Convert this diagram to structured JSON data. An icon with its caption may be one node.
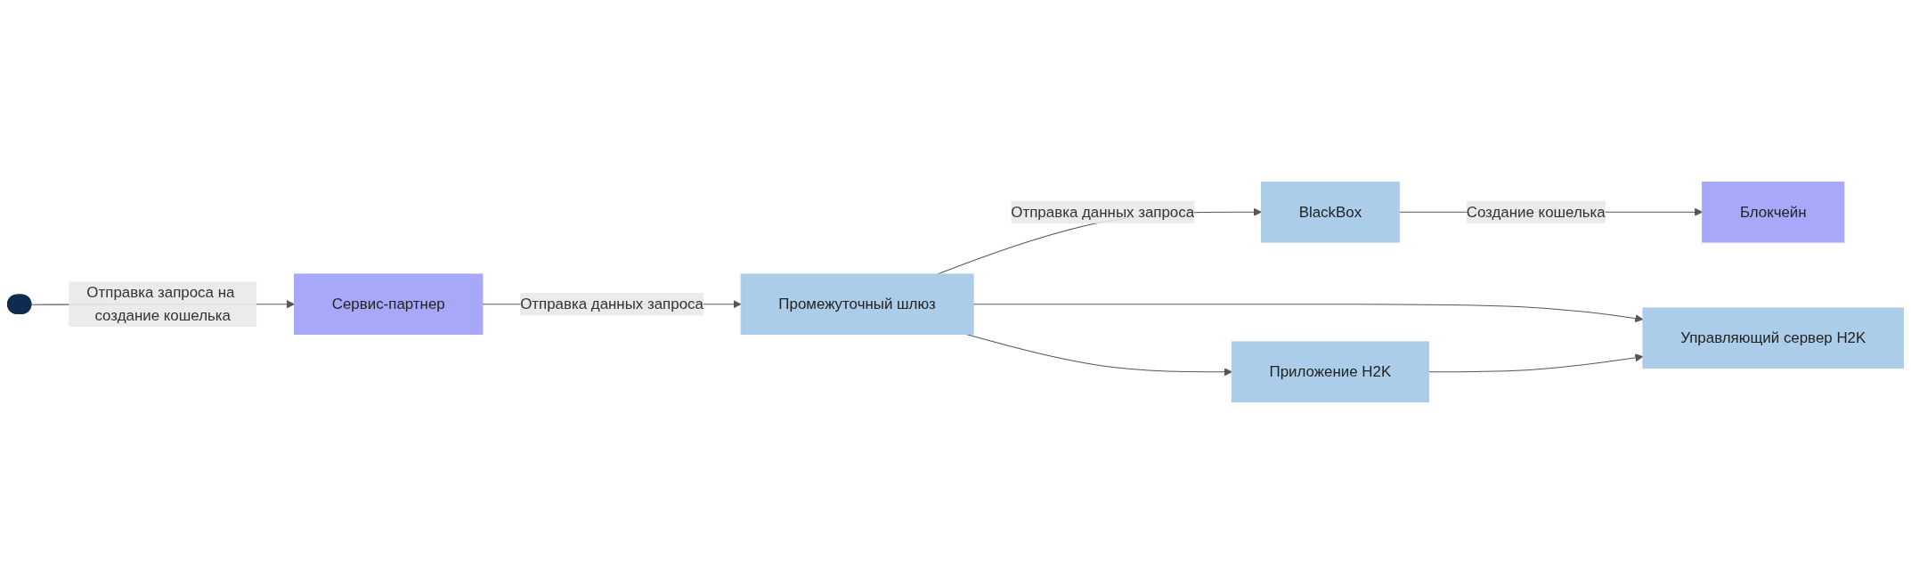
{
  "diagram": {
    "nodes": [
      {
        "text": [],
        "shape": "person"
      },
      {
        "text": [
          "Сервис-партнер"
        ]
      },
      {
        "text": [
          "Промежуточный шлюз"
        ]
      },
      {
        "text": [
          "BlackBox"
        ]
      },
      {
        "text": [
          "Блокчейн"
        ]
      },
      {
        "text": [
          "Приложение H2K"
        ]
      },
      {
        "text": [
          "Управляющий сервер H2K"
        ]
      }
    ],
    "edges": [
      {
        "from": 0,
        "to": 1,
        "arrow": "to",
        "label": "Отправка запроса на создание кошелька"
      },
      {
        "from": 1,
        "to": 2,
        "arrow": "to",
        "label": "Отправка данных запроса"
      },
      {
        "from": 2,
        "to": 3,
        "arrow": "to",
        "label": "Отправка данных запроса"
      },
      {
        "from": 3,
        "to": 4,
        "arrow": "to",
        "label": "Создание кошелька"
      },
      {
        "from": 2,
        "to": 5,
        "arrow": "to"
      },
      {
        "from": 2,
        "to": 6,
        "arrow": "to"
      },
      {
        "from": 5,
        "to": 6,
        "arrow": "to"
      }
    ]
  }
}
